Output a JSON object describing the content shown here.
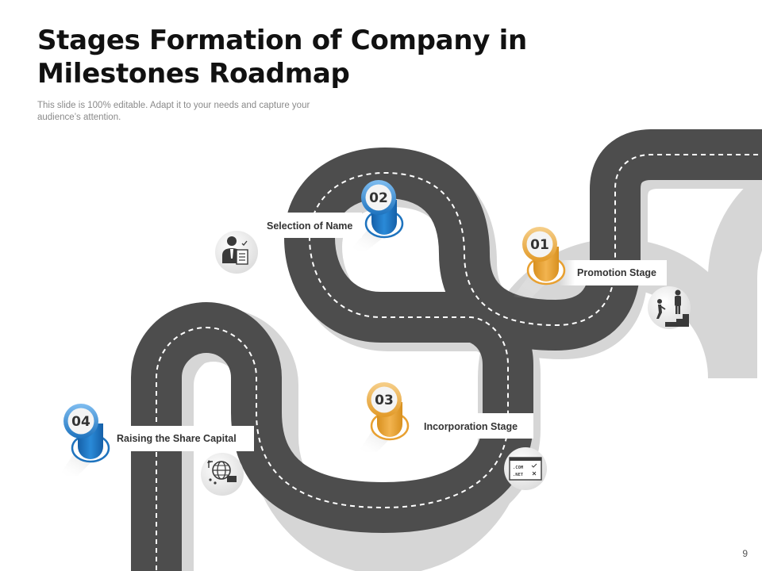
{
  "slide": {
    "title": "Stages Formation of Company in Milestones Roadmap",
    "subtitle": "This slide is 100% editable. Adapt it to your needs and capture your audience’s attention.",
    "page_number": "9"
  },
  "colors": {
    "road": "#4d4d4d",
    "road_shadow": "#d6d6d6",
    "lane_marking": "#ffffff",
    "blue_accent": "#1e73be",
    "orange_accent": "#e8a030"
  },
  "milestones": [
    {
      "number": "01",
      "label": "Promotion Stage",
      "color": "orange",
      "icon": "person-climbing-steps-icon"
    },
    {
      "number": "02",
      "label": "Selection of Name",
      "color": "blue",
      "icon": "businessman-checklist-icon"
    },
    {
      "number": "03",
      "label": "Incorporation Stage",
      "color": "orange",
      "icon": "domain-name-icon",
      "icon_text": [
        ".COM",
        ".NET"
      ]
    },
    {
      "number": "04",
      "label": "Raising the Share Capital",
      "color": "blue",
      "icon": "global-capital-icon"
    }
  ]
}
